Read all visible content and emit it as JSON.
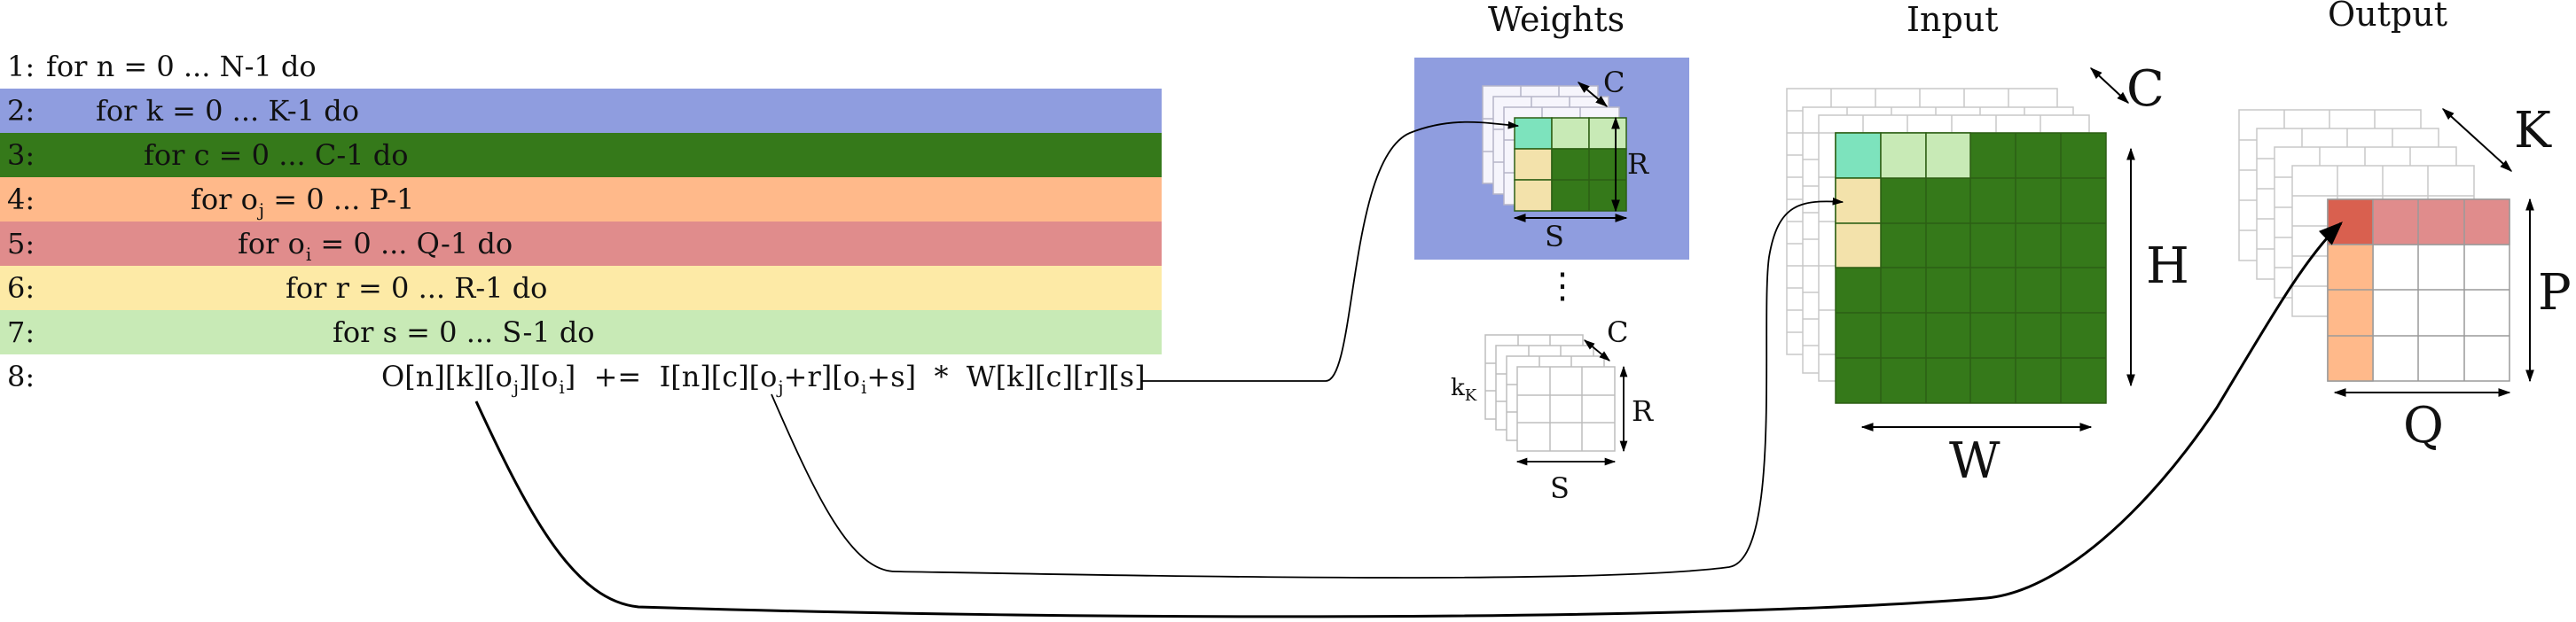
{
  "code_lines": [
    {
      "num": "1:",
      "pre": "for n = 0 ... N-1 do",
      "sub": "",
      "post": "",
      "color": ""
    },
    {
      "num": "2:",
      "pre": "for k = 0 ... K-1 do",
      "sub": "",
      "post": "",
      "color": "#8f9ddf"
    },
    {
      "num": "3:",
      "pre": "for c = 0 ... C-1 do",
      "sub": "",
      "post": "",
      "color": "#35791a"
    },
    {
      "num": "4:",
      "pre": "for o",
      "sub": "j",
      "post": " = 0 ... P-1",
      "color": "#ffb98a"
    },
    {
      "num": "5:",
      "pre": "for o",
      "sub": "i",
      "post": " = 0 ... Q-1 do",
      "color": "#e08c8c"
    },
    {
      "num": "6:",
      "pre": "for r = 0 ... R-1 do",
      "sub": "",
      "post": "",
      "color": "#fdeaa6"
    },
    {
      "num": "7:",
      "pre": "for s = 0 ... S-1 do",
      "sub": "",
      "post": "",
      "color": "#c8eab6"
    }
  ],
  "statement": {
    "num": "8:",
    "o_part": "O[n][k][o",
    "o_sub1": "j",
    "o_mid": "][o",
    "o_sub2": "i",
    "o_end": "]",
    "op": "+=",
    "i_part": "I[n][c][o",
    "i_sub1": "j",
    "i_mid": "+r][o",
    "i_sub2": "i",
    "i_end": "+s]",
    "times": "*",
    "w_part": "W[k][c][r][s]"
  },
  "weights": {
    "title": "Weights",
    "label_c": "C",
    "label_r": "R",
    "label_s": "S",
    "dots": "⋮",
    "last_label": "k",
    "last_label_sub": "K",
    "last_c": "C",
    "last_r": "R",
    "last_s": "S"
  },
  "input": {
    "title": "Input",
    "label_c": "C",
    "label_h": "H",
    "label_w": "W"
  },
  "output": {
    "title": "Output",
    "label_k": "K",
    "label_p": "P",
    "label_q": "Q"
  },
  "colors": {
    "blue": "#8f9ddf",
    "dark_green": "#35791a",
    "orange": "#ffb98a",
    "red": "#e08c8c",
    "dark_red": "#d9604f",
    "yellow": "#fdeaa6",
    "wheat": "#f3e2ab",
    "light_green": "#c8eab6",
    "teal": "#7de3bd"
  }
}
